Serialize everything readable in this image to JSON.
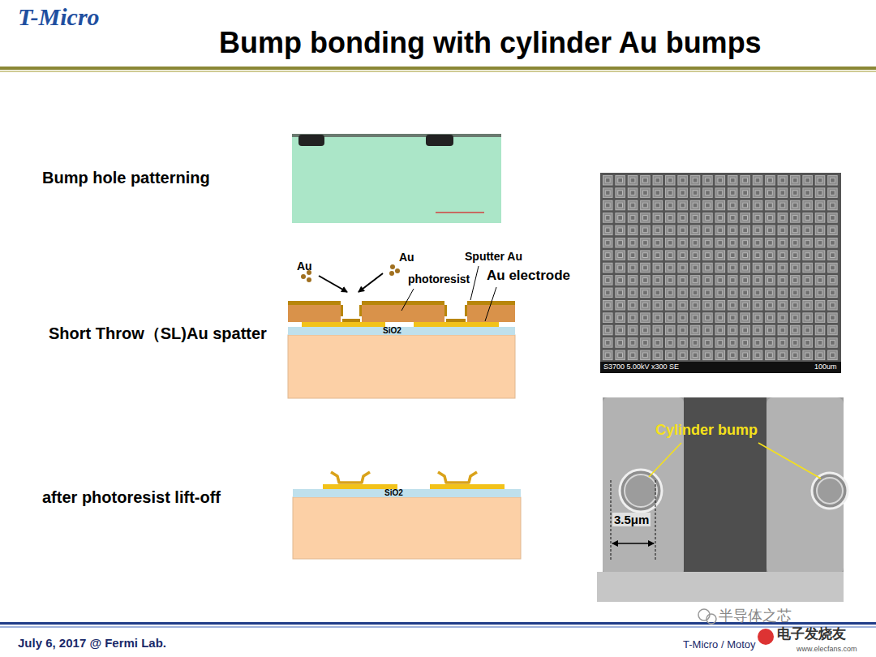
{
  "diagram": {
    "title": "Bump bonding with cylinder Au bumps",
    "labels": [
      "T-Micro",
      "Bump hole patterning",
      "Au",
      "Au",
      "Sputter Au",
      "photoresist",
      "Au electrode",
      "Short Throw（SL)Au spatter",
      "SiO2",
      "after photoresist lift-off",
      "SiO2",
      "S3700 5.00kV x300 SE",
      "100um",
      "Cylinder bump",
      "3.5μm",
      "July 6, 2017 @ Fermi Lab.",
      "T-Micro / Motoy",
      "半导体之芯",
      "电子发烧友",
      "www.elecfans.com"
    ]
  }
}
